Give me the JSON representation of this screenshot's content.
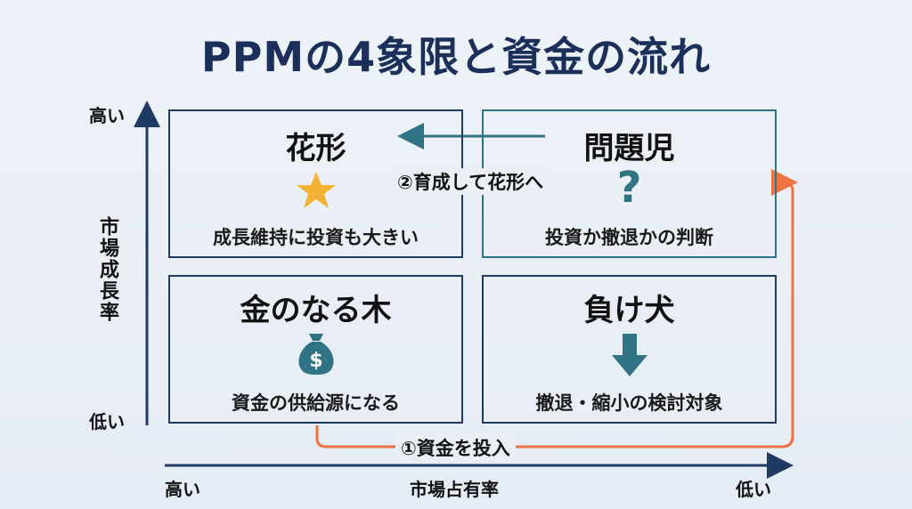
{
  "title": "PPMの4象限と資金の流れ",
  "y_axis": {
    "label": "市場成長率",
    "high": "高い",
    "low": "低い"
  },
  "x_axis": {
    "label": "市場占有率",
    "high": "高い",
    "low": "低い"
  },
  "quadrants": {
    "star": {
      "title": "花形",
      "icon": "star-icon",
      "desc": "成長維持に投資も大きい"
    },
    "question": {
      "title": "問題児",
      "icon": "question-mark-icon",
      "desc": "投資か撤退かの判断"
    },
    "cash_cow": {
      "title": "金のなる木",
      "icon": "money-bag-icon",
      "desc": "資金の供給源になる"
    },
    "dog": {
      "title": "負け犬",
      "icon": "down-arrow-icon",
      "desc": "撤退・縮小の検討対象"
    }
  },
  "flows": {
    "invest": "①資金を投入",
    "grow": "②育成して花形へ"
  },
  "colors": {
    "title": "#1b2f5b",
    "quad_border_dark": "#1f3a63",
    "quad_border_teal": "#2f7384",
    "flow_orange": "#ee7340",
    "flow_teal": "#2f7384",
    "star": "#f2b233",
    "icon_teal": "#2f7384"
  }
}
